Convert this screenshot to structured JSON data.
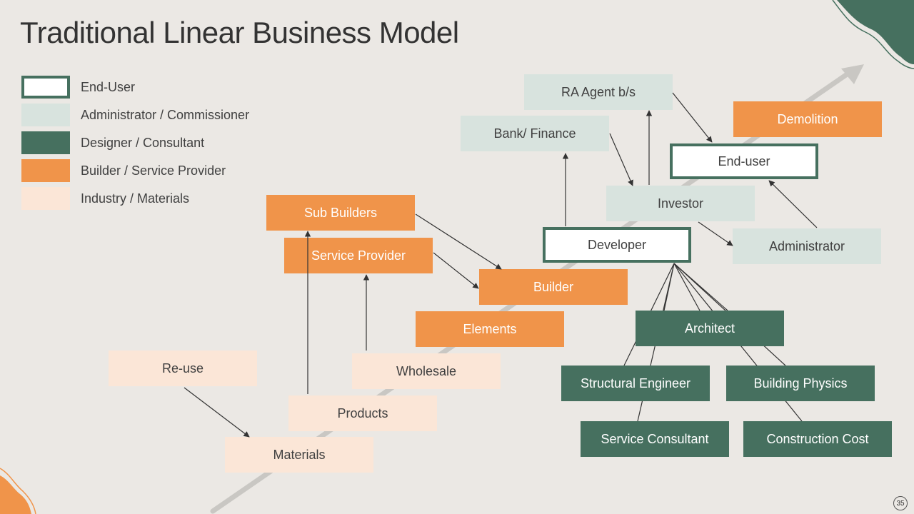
{
  "slide": {
    "title": "Traditional Linear Business Model",
    "page_number": "35"
  },
  "legend": [
    {
      "label": "End-User",
      "type": "enduser"
    },
    {
      "label": "Administrator / Commissioner",
      "type": "admin"
    },
    {
      "label": "Designer / Consultant",
      "type": "designer"
    },
    {
      "label": "Builder / Service Provider",
      "type": "builder"
    },
    {
      "label": "Industry / Materials",
      "type": "industry"
    }
  ],
  "nodes": {
    "ra_agent": {
      "label": "RA Agent b/s",
      "type": "admin"
    },
    "bank_finance": {
      "label": "Bank/ Finance",
      "type": "admin"
    },
    "demolition": {
      "label": "Demolition",
      "type": "builder"
    },
    "end_user": {
      "label": "End-user",
      "type": "enduser"
    },
    "investor": {
      "label": "Investor",
      "type": "admin"
    },
    "developer": {
      "label": "Developer",
      "type": "enduser"
    },
    "administrator": {
      "label": "Administrator",
      "type": "admin"
    },
    "sub_builders": {
      "label": "Sub Builders",
      "type": "builder"
    },
    "service_provider": {
      "label": "Service Provider",
      "type": "builder"
    },
    "builder": {
      "label": "Builder",
      "type": "builder"
    },
    "elements": {
      "label": "Elements",
      "type": "builder"
    },
    "architect": {
      "label": "Architect",
      "type": "designer"
    },
    "structural_engineer": {
      "label": "Structural Engineer",
      "type": "designer"
    },
    "building_physics": {
      "label": "Building Physics",
      "type": "designer"
    },
    "service_consultant": {
      "label": "Service Consultant",
      "type": "designer"
    },
    "construction_cost": {
      "label": "Construction Cost",
      "type": "designer"
    },
    "re_use": {
      "label": "Re-use",
      "type": "industry"
    },
    "wholesale": {
      "label": "Wholesale",
      "type": "industry"
    },
    "products": {
      "label": "Products",
      "type": "industry"
    },
    "materials": {
      "label": "Materials",
      "type": "industry"
    }
  },
  "colors": {
    "enduser_border": "#46705f",
    "admin": "#d8e3de",
    "designer": "#46705f",
    "builder": "#f0944a",
    "industry": "#fbe6d7",
    "background": "#ebe8e4",
    "connector": "#333333",
    "trend_arrow": "#c9c7c3"
  }
}
